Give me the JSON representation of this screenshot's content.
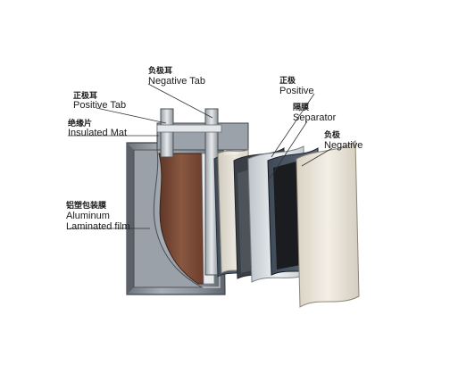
{
  "labels": {
    "negative_tab": {
      "cn": "负极耳",
      "en": "Negative Tab"
    },
    "positive_tab": {
      "cn": "正极耳",
      "en": "Positive Tab"
    },
    "insulated_mat": {
      "cn": "绝缘片",
      "en": "Insulated Mat"
    },
    "aluminum_film": {
      "cn": "铝塑包装膜",
      "en_line1": "Aluminum",
      "en_line2": "Laminated film"
    },
    "positive": {
      "cn": "正极",
      "en": "Positive"
    },
    "separator": {
      "cn": "隔膜",
      "en": "Separator"
    },
    "negative": {
      "cn": "负极",
      "en": "Negative"
    }
  },
  "colors": {
    "casing": "#8a9098",
    "cathode_foil": "#7a4a36",
    "separator_sheet": "#d8dde2",
    "anode_sheet": "#1c1c1c",
    "tab_metal": "#b9bec4"
  }
}
